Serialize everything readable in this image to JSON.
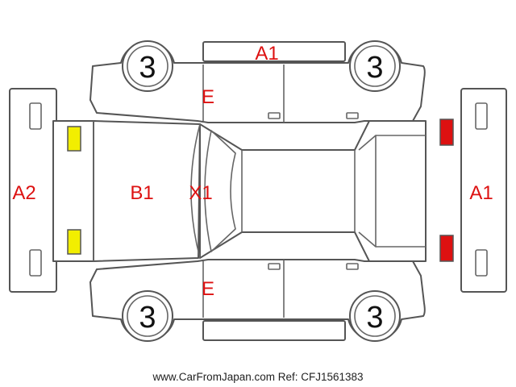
{
  "diagram": {
    "labels": {
      "roof_top": "A1",
      "rear_bumper": "A1",
      "front_bumper": "A2",
      "hood": "B1",
      "windshield": "X1",
      "front_left_door": "E",
      "front_right_door": "E"
    },
    "tires": {
      "front_left": "3",
      "rear_left": "3",
      "front_right": "3",
      "rear_right": "3"
    },
    "colors": {
      "damage_label": "#dd1111",
      "front_lights": "#f2ee00",
      "rear_lights": "#dd1111",
      "outline": "#555555"
    }
  },
  "footer": {
    "text": "www.CarFromJapan.com Ref: CFJ1561383"
  }
}
